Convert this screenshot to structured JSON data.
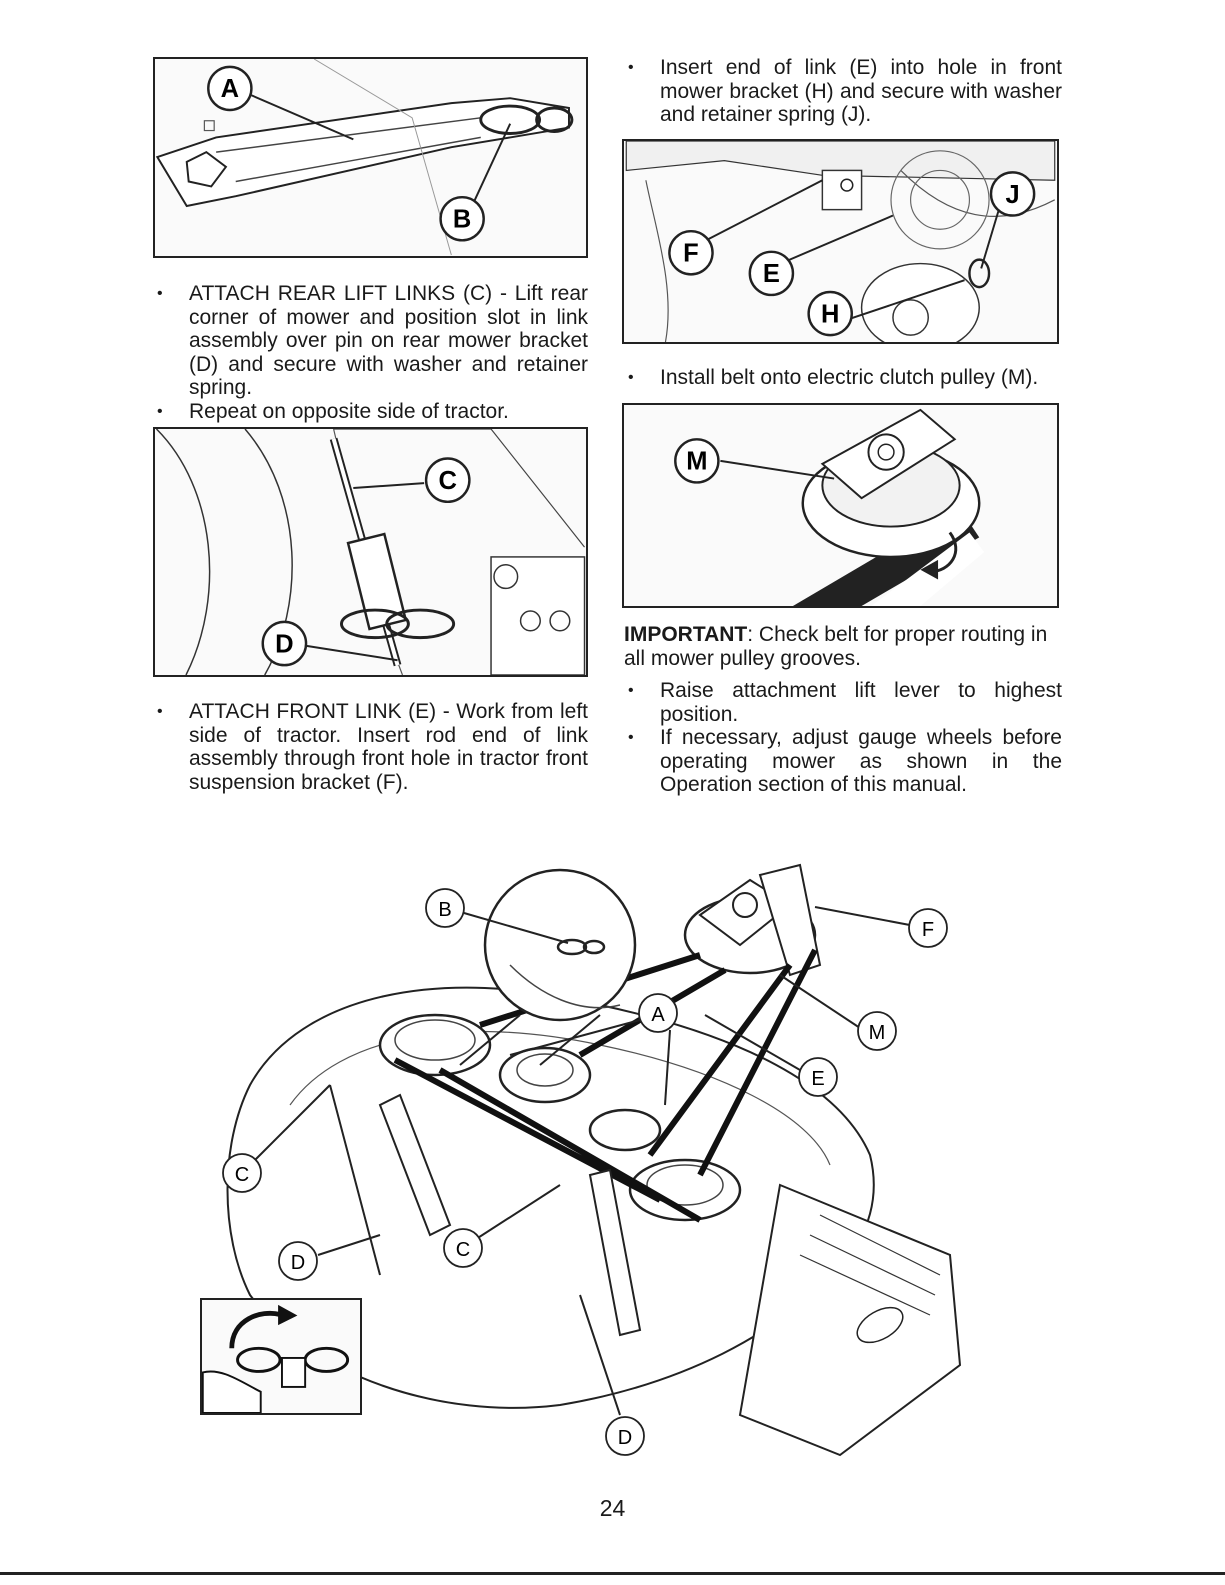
{
  "left_column": {
    "bullets_a": [
      "ATTACH REAR LIFT LINKS (C) - Lift rear corner of mower and position slot in link assembly over pin on rear mower bracket (D) and secure with washer and retainer spring.",
      "Repeat on opposite side of tractor."
    ],
    "bullets_b": [
      "ATTACH FRONT LINK (E) - Work from left side of tractor. Insert rod end of link assembly through front hole in tractor front suspension bracket (F)."
    ]
  },
  "right_column": {
    "bullet_top": "Insert end of link (E) into hole in front mower bracket (H) and secure with washer and retainer spring (J).",
    "bullet_mid": "Install belt onto electric clutch pulley (M).",
    "important_label": "IMPORTANT",
    "important_text": ": Check belt for proper routing in all mower pulley grooves.",
    "bullets_bottom": [
      "Raise attachment lift lever to highest position.",
      "If necessary, adjust gauge wheels before operating mower as shown in the Operation section of this manual."
    ]
  },
  "callouts": {
    "fig1": [
      "A",
      "B"
    ],
    "fig2": [
      "C",
      "D"
    ],
    "fig3": [
      "F",
      "E",
      "J",
      "H"
    ],
    "fig4": [
      "M"
    ],
    "fig5": [
      "B",
      "F",
      "A",
      "M",
      "E",
      "C",
      "C",
      "D",
      "D"
    ]
  },
  "page_number": "24"
}
